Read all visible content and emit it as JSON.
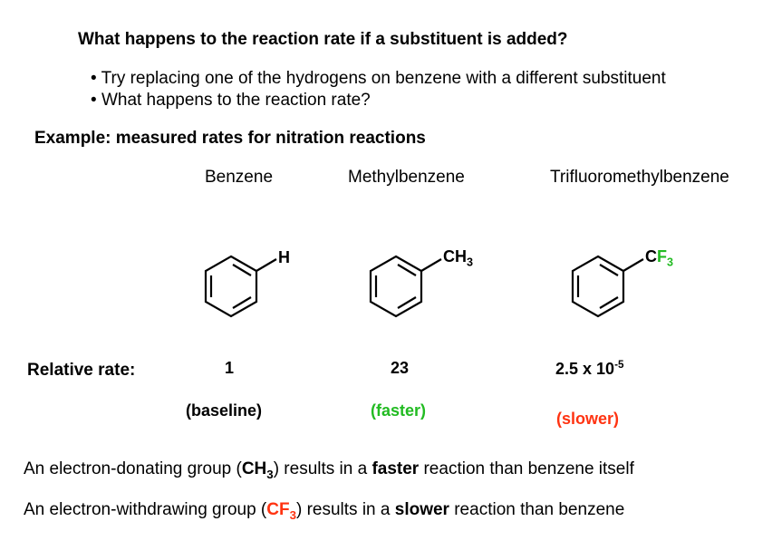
{
  "header": {
    "title": "What happens to the reaction rate if a substituent is added?",
    "bullets": [
      "Try replacing one of the hydrogens on benzene with a different substituent",
      "What happens to the reaction rate?"
    ],
    "bullet_glyph": "•"
  },
  "example": {
    "heading": "Example: measured rates for nitration reactions"
  },
  "compounds": [
    {
      "name": "Benzene",
      "substituent": "H",
      "rate": "1",
      "note": "(baseline)",
      "note_color": "#000000"
    },
    {
      "name": "Methylbenzene",
      "substituent_main": "CH",
      "substituent_sub": "3",
      "rate": "23",
      "note": "(faster)",
      "note_color": "#22bb22"
    },
    {
      "name": "Trifluoromethylbenzene",
      "substituent_c": "C",
      "substituent_f": "F",
      "substituent_sub": "3",
      "rate_base": "2.5 x 10",
      "rate_exp": "-5",
      "note": "(slower)",
      "note_color": "#ff3311"
    }
  ],
  "rate_label": "Relative rate:",
  "statements": [
    {
      "pre": "An electron-donating group (",
      "group": "CH",
      "group_sub": "3",
      "mid": ") results in a ",
      "emph": "faster",
      "post": " reaction than benzene itself"
    },
    {
      "pre": "An electron-withdrawing group (",
      "group": "CF",
      "group_sub": "3",
      "mid": ") results in a ",
      "emph": "slower",
      "post": " reaction than benzene"
    }
  ],
  "colors": {
    "green": "#22bb22",
    "red": "#ff3311",
    "text": "#000000"
  }
}
